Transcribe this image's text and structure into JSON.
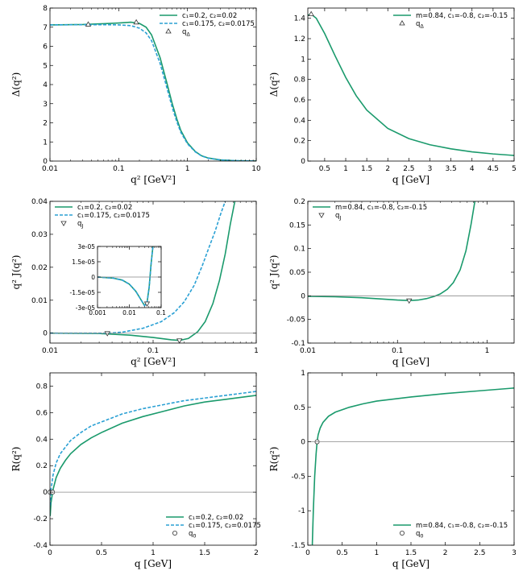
{
  "colors": {
    "solid": "#1a9a6c",
    "dashed": "#2aa0d4",
    "axis": "#000000",
    "zero": "#888888"
  },
  "chart_data": [
    {
      "id": "p1",
      "type": "line",
      "xlabel": "q² [GeV²]",
      "ylabel": "Δ(q²)",
      "xscale": "log",
      "xlim": [
        0.01,
        10
      ],
      "ylim": [
        0,
        8
      ],
      "xticks": [
        0.01,
        0.1,
        1,
        10
      ],
      "xticklabels": [
        "0.01",
        "0.1",
        "1",
        "10"
      ],
      "yticks": [
        0,
        1,
        2,
        3,
        4,
        5,
        6,
        7,
        8
      ],
      "yticklabels": [
        "0",
        "1",
        "2",
        "3",
        "4",
        "5",
        "6",
        "7",
        "8"
      ],
      "legend": {
        "position": "top-right",
        "entries": [
          {
            "sym": "solid",
            "text": "c₁=0.2, c₂=0.02"
          },
          {
            "sym": "dashed",
            "text": "c₁=0.175, c₂=0.0175"
          },
          {
            "sym": "tri-up",
            "text": "qΔ"
          }
        ]
      },
      "series": [
        {
          "style": "solid",
          "x": [
            0.01,
            0.03,
            0.06,
            0.1,
            0.15,
            0.2,
            0.25,
            0.3,
            0.4,
            0.5,
            0.6,
            0.7,
            0.8,
            1.0,
            1.3,
            1.6,
            2,
            3,
            5,
            10
          ],
          "y": [
            7.12,
            7.14,
            7.18,
            7.22,
            7.26,
            7.2,
            7.0,
            6.6,
            5.4,
            4.1,
            3.0,
            2.2,
            1.6,
            0.95,
            0.5,
            0.28,
            0.16,
            0.06,
            0.02,
            0.005
          ]
        },
        {
          "style": "dashed",
          "x": [
            0.01,
            0.03,
            0.06,
            0.1,
            0.15,
            0.2,
            0.25,
            0.3,
            0.4,
            0.5,
            0.6,
            0.7,
            0.8,
            1.0,
            1.3,
            1.6,
            2,
            3,
            5,
            10
          ],
          "y": [
            7.12,
            7.13,
            7.13,
            7.12,
            7.08,
            6.95,
            6.7,
            6.3,
            5.1,
            3.85,
            2.8,
            2.05,
            1.5,
            0.9,
            0.48,
            0.27,
            0.15,
            0.06,
            0.02,
            0.005
          ]
        }
      ],
      "markers": [
        {
          "type": "tri-up",
          "x": 0.036,
          "y": 7.14
        },
        {
          "type": "tri-up",
          "x": 0.18,
          "y": 7.25
        }
      ]
    },
    {
      "id": "p2",
      "type": "line",
      "xlabel": "q [GeV]",
      "ylabel": "Δ(q²)",
      "xscale": "linear",
      "xlim": [
        0.1,
        5
      ],
      "ylim": [
        0,
        1.5
      ],
      "xticks": [
        0.5,
        1,
        1.5,
        2,
        2.5,
        3,
        3.5,
        4,
        4.5,
        5
      ],
      "xticklabels": [
        "0.5",
        "1",
        "1.5",
        "2",
        "2.5",
        "3",
        "3.5",
        "4",
        "4.5",
        "5"
      ],
      "yticks": [
        0,
        0.2,
        0.4,
        0.6,
        0.8,
        1,
        1.2,
        1.4
      ],
      "yticklabels": [
        "0",
        "0.2",
        "0.4",
        "0.6",
        "0.8",
        "1",
        "1.2",
        "1.4"
      ],
      "legend": {
        "position": "top-right",
        "entries": [
          {
            "sym": "solid",
            "text": "m=0.84, c₁=-0.8, c₂=-0.15"
          },
          {
            "sym": "tri-up",
            "text": "qΔ"
          }
        ]
      },
      "series": [
        {
          "style": "solid",
          "x": [
            0.1,
            0.18,
            0.3,
            0.5,
            0.75,
            1.0,
            1.25,
            1.5,
            2.0,
            2.5,
            3.0,
            3.5,
            4.0,
            4.5,
            5.0
          ],
          "y": [
            1.43,
            1.44,
            1.4,
            1.25,
            1.03,
            0.82,
            0.64,
            0.5,
            0.32,
            0.22,
            0.16,
            0.12,
            0.09,
            0.07,
            0.055
          ]
        }
      ],
      "markers": [
        {
          "type": "tri-up",
          "x": 0.18,
          "y": 1.44
        }
      ]
    },
    {
      "id": "p3",
      "type": "line",
      "xlabel": "q² [GeV²]",
      "ylabel": "q² J(q²)",
      "xscale": "log",
      "xlim": [
        0.01,
        1
      ],
      "ylim": [
        -0.003,
        0.04
      ],
      "xticks": [
        0.01,
        0.1,
        1
      ],
      "xticklabels": [
        "0.01",
        "0.1",
        "1"
      ],
      "yticks": [
        0,
        0.01,
        0.02,
        0.03,
        0.04
      ],
      "yticklabels": [
        "0",
        "0.01",
        "0.02",
        "0.03",
        "0.04"
      ],
      "legend": {
        "position": "top-left",
        "entries": [
          {
            "sym": "solid",
            "text": "c₁=0.2, c₂=0.02"
          },
          {
            "sym": "dashed",
            "text": "c₁=0.175, c₂=0.0175"
          },
          {
            "sym": "tri-down",
            "text": "qJ"
          }
        ]
      },
      "series": [
        {
          "style": "solid",
          "x": [
            0.01,
            0.03,
            0.06,
            0.1,
            0.15,
            0.18,
            0.22,
            0.27,
            0.32,
            0.38,
            0.44,
            0.5,
            0.56,
            0.62
          ],
          "y": [
            0,
            -0.0001,
            -0.0006,
            -0.0013,
            -0.002,
            -0.0022,
            -0.0016,
            0.0004,
            0.0035,
            0.009,
            0.016,
            0.024,
            0.033,
            0.04
          ]
        },
        {
          "style": "dashed",
          "x": [
            0.01,
            0.036,
            0.05,
            0.08,
            0.12,
            0.16,
            0.2,
            0.25,
            0.3,
            0.35,
            0.4,
            0.45,
            0.5
          ],
          "y": [
            0,
            0,
            0.0003,
            0.0015,
            0.0035,
            0.0062,
            0.0095,
            0.0145,
            0.0205,
            0.0262,
            0.031,
            0.036,
            0.04
          ]
        }
      ],
      "markers": [
        {
          "type": "tri-down",
          "x": 0.036,
          "y": 0
        },
        {
          "type": "tri-down",
          "x": 0.18,
          "y": -0.0022
        }
      ],
      "inset": {
        "xscale": "log",
        "xlim": [
          0.001,
          0.1
        ],
        "ylim": [
          -3e-05,
          3e-05
        ],
        "xticks": [
          0.001,
          0.01,
          0.1
        ],
        "xticklabels": [
          "0.001",
          "0.01",
          "0.1"
        ],
        "yticks": [
          -3e-05,
          -1.5e-05,
          0,
          1.5e-05,
          3e-05
        ],
        "yticklabels": [
          "-3e-05",
          "-1.5e-05",
          "0",
          "1.5e-05",
          "3e-05"
        ],
        "series": [
          {
            "style": "solid",
            "x": [
              0.001,
              0.003,
              0.006,
              0.01,
              0.016,
              0.024,
              0.03,
              0.036,
              0.042,
              0.048,
              0.055
            ],
            "y": [
              0,
              -1e-06,
              -3e-06,
              -7e-06,
              -1.4e-05,
              -2.3e-05,
              -2.8e-05,
              -2.5e-05,
              -1e-05,
              1.2e-05,
              3e-05
            ]
          },
          {
            "style": "dashed",
            "x": [
              0.001,
              0.003,
              0.006,
              0.01,
              0.016,
              0.024,
              0.03,
              0.036,
              0.042,
              0.048,
              0.055
            ],
            "y": [
              0,
              -1e-06,
              -3e-06,
              -7e-06,
              -1.4e-05,
              -2.3e-05,
              -2.8e-05,
              -2.5e-05,
              -1e-05,
              1.2e-05,
              3e-05
            ]
          }
        ],
        "markers": [
          {
            "type": "tri-down",
            "x": 0.036,
            "y": -2.6e-05
          }
        ]
      }
    },
    {
      "id": "p4",
      "type": "line",
      "xlabel": "q [GeV]",
      "ylabel": "q² J(q²)",
      "xscale": "log",
      "xlim": [
        0.01,
        2
      ],
      "ylim": [
        -0.1,
        0.2
      ],
      "xticks": [
        0.01,
        0.1,
        1
      ],
      "xticklabels": [
        "0.01",
        "0.1",
        "1"
      ],
      "yticks": [
        -0.1,
        -0.05,
        0,
        0.05,
        0.1,
        0.15,
        0.2
      ],
      "yticklabels": [
        "-0.1",
        "-0.05",
        "0",
        "0.05",
        "0.1",
        "0.15",
        "0.2"
      ],
      "legend": {
        "position": "top-left",
        "entries": [
          {
            "sym": "solid",
            "text": "m=0.84, c₁=-0.8, c₂=-0.15"
          },
          {
            "sym": "tri-down",
            "text": "qJ"
          }
        ]
      },
      "series": [
        {
          "style": "solid",
          "x": [
            0.01,
            0.02,
            0.04,
            0.07,
            0.1,
            0.135,
            0.17,
            0.21,
            0.26,
            0.3,
            0.36,
            0.42,
            0.5,
            0.58,
            0.66,
            0.73
          ],
          "y": [
            -0.001,
            -0.002,
            -0.004,
            -0.007,
            -0.009,
            -0.01,
            -0.009,
            -0.006,
            -0.001,
            0.004,
            0.014,
            0.028,
            0.055,
            0.095,
            0.15,
            0.2
          ]
        }
      ],
      "markers": [
        {
          "type": "tri-down",
          "x": 0.135,
          "y": -0.01
        }
      ]
    },
    {
      "id": "p5",
      "type": "line",
      "xlabel": "q [GeV]",
      "ylabel": "R(q²)",
      "xscale": "linear",
      "xlim": [
        0,
        2
      ],
      "ylim": [
        -0.4,
        0.9
      ],
      "xticks": [
        0,
        0.5,
        1,
        1.5,
        2
      ],
      "xticklabels": [
        "0",
        "0.5",
        "1",
        "1.5",
        "2"
      ],
      "yticks": [
        -0.4,
        -0.2,
        0,
        0.2,
        0.4,
        0.6,
        0.8
      ],
      "yticklabels": [
        "-0.4",
        "-0.2",
        "0",
        "0.2",
        "0.4",
        "0.6",
        "0.8"
      ],
      "legend": {
        "position": "bottom-right",
        "entries": [
          {
            "sym": "solid",
            "text": "c₁=0.2, c₂=0.02"
          },
          {
            "sym": "dashed",
            "text": "c₁=0.175, c₂=0.0175"
          },
          {
            "sym": "circle",
            "text": "q0"
          }
        ]
      },
      "series": [
        {
          "style": "solid",
          "x": [
            0.002,
            0.01,
            0.03,
            0.06,
            0.1,
            0.15,
            0.2,
            0.3,
            0.4,
            0.5,
            0.7,
            0.9,
            1.1,
            1.3,
            1.5,
            1.7,
            2.0
          ],
          "y": [
            -0.18,
            -0.08,
            0.02,
            0.11,
            0.18,
            0.24,
            0.29,
            0.36,
            0.41,
            0.45,
            0.52,
            0.57,
            0.61,
            0.65,
            0.68,
            0.7,
            0.73
          ]
        },
        {
          "style": "dashed",
          "x": [
            0.002,
            0.01,
            0.03,
            0.06,
            0.1,
            0.15,
            0.2,
            0.3,
            0.4,
            0.5,
            0.7,
            0.9,
            1.1,
            1.3,
            1.5,
            1.7,
            2.0
          ],
          "y": [
            -0.1,
            0.02,
            0.13,
            0.22,
            0.29,
            0.34,
            0.39,
            0.45,
            0.5,
            0.53,
            0.59,
            0.63,
            0.66,
            0.69,
            0.71,
            0.73,
            0.76
          ]
        }
      ],
      "markers": [
        {
          "type": "circle",
          "x": 0.0,
          "y": 0
        },
        {
          "type": "circle",
          "x": 0.025,
          "y": 0
        }
      ]
    },
    {
      "id": "p6",
      "type": "line",
      "xlabel": "q [GeV]",
      "ylabel": "R(q²)",
      "xscale": "linear",
      "xlim": [
        0,
        3
      ],
      "ylim": [
        -1.5,
        1
      ],
      "xticks": [
        0,
        0.5,
        1,
        1.5,
        2,
        2.5,
        3
      ],
      "xticklabels": [
        "0",
        "0.5",
        "1",
        "1.5",
        "2",
        "2.5",
        "3"
      ],
      "yticks": [
        -1.5,
        -1,
        -0.5,
        0,
        0.5,
        1
      ],
      "yticklabels": [
        "-1.5",
        "-1",
        "-0.5",
        "0",
        "0.5",
        "1"
      ],
      "legend": {
        "position": "bottom-right",
        "entries": [
          {
            "sym": "solid",
            "text": "m=0.84, c₁=-0.8, c₂=-0.15"
          },
          {
            "sym": "circle",
            "text": "q0"
          }
        ]
      },
      "series": [
        {
          "style": "solid",
          "x": [
            0.065,
            0.08,
            0.1,
            0.12,
            0.135,
            0.15,
            0.18,
            0.22,
            0.3,
            0.4,
            0.6,
            0.8,
            1.0,
            1.5,
            2.0,
            2.5,
            3.0
          ],
          "y": [
            -1.5,
            -1.0,
            -0.5,
            -0.18,
            0.0,
            0.1,
            0.2,
            0.28,
            0.37,
            0.43,
            0.5,
            0.55,
            0.59,
            0.65,
            0.7,
            0.74,
            0.78
          ]
        }
      ],
      "markers": [
        {
          "type": "circle",
          "x": 0.135,
          "y": 0
        }
      ]
    }
  ]
}
